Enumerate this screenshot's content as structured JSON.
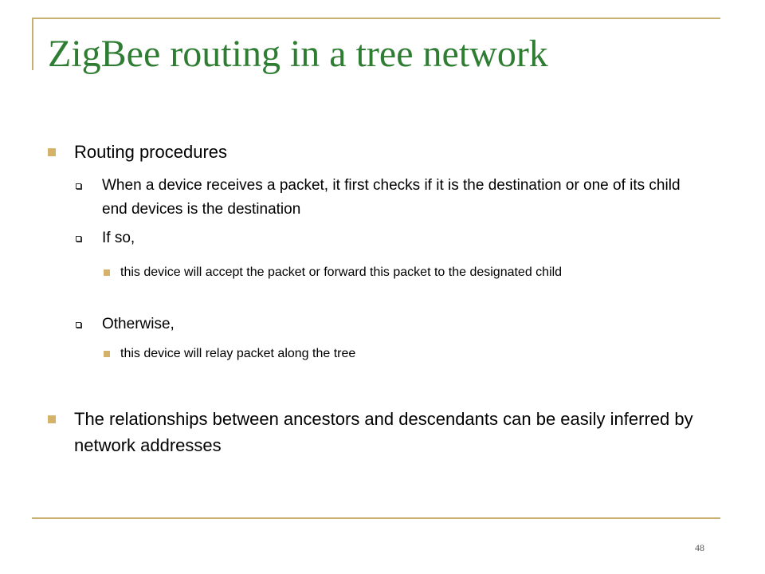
{
  "slide": {
    "title": "ZigBee routing in a tree network",
    "page_number": "48",
    "title_color": "#2E7D32",
    "accent_color": "#D4B26A",
    "rule_color": "#C8B070"
  },
  "bullets": [
    {
      "level": 1,
      "text": "Routing procedures"
    },
    {
      "level": 2,
      "text": "When a device receives a packet, it first checks if it is the destination or one of its child end devices is the destination"
    },
    {
      "level": 2,
      "text": "If so,"
    },
    {
      "level": 3,
      "text": "this device will accept the packet or forward this packet to the designated child"
    },
    {
      "level": 2,
      "text": "Otherwise,"
    },
    {
      "level": 3,
      "text": "this device will relay packet along the tree"
    },
    {
      "level": 1,
      "text": "The relationships between ancestors and descendants can be easily inferred by network addresses"
    }
  ]
}
